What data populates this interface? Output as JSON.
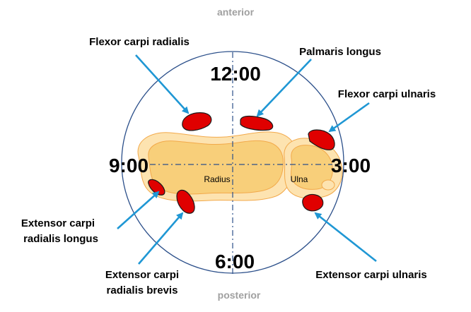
{
  "orientation": {
    "top": "anterior",
    "bottom": "posterior"
  },
  "clock_positions": {
    "twelve": "12:00",
    "three": "3:00",
    "six": "6:00",
    "nine": "9:00"
  },
  "bones": {
    "radius": "Radius",
    "ulna": "Ulna"
  },
  "tendons": {
    "fcr": "Flexor carpi radialis",
    "pl": "Palmaris longus",
    "fcu": "Flexor carpi ulnaris",
    "ecrl_line1": "Extensor carpi",
    "ecrl_line2": "radialis longus",
    "ecrb_line1": "Extensor carpi",
    "ecrb_line2": "radialis brevis",
    "ecu": "Extensor carpi ulnaris"
  },
  "colors": {
    "tendon": "#e00000",
    "bone_outer": "#fde3b0",
    "bone_inner": "#f8cf7a",
    "bone_edge": "#f2a94a",
    "arrow": "#1f97d4",
    "circle": "#2b4f8a",
    "orientation_text": "#a0a0a0"
  }
}
